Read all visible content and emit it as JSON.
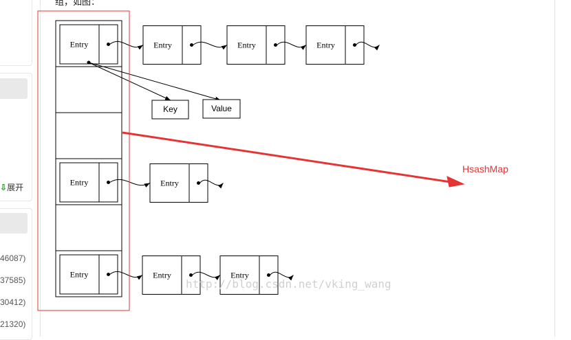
{
  "caption": "组，如图：",
  "sidebar": {
    "expand_label": "展开",
    "counts": [
      "46087)",
      "37585)",
      "30412)",
      "21320)"
    ]
  },
  "diagram": {
    "node_label": "Entry",
    "key_label": "Key",
    "value_label": "Value",
    "map_label": "HsashMap",
    "watermark": "http://blog.csdn.net/vking_wang",
    "chains": [
      {
        "bucket": 0,
        "length": 3
      },
      {
        "bucket": 3,
        "length": 1
      },
      {
        "bucket": 5,
        "length": 2
      }
    ],
    "bucket_count": 6,
    "colors": {
      "highlight": "#e63333",
      "line": "#000000"
    }
  }
}
